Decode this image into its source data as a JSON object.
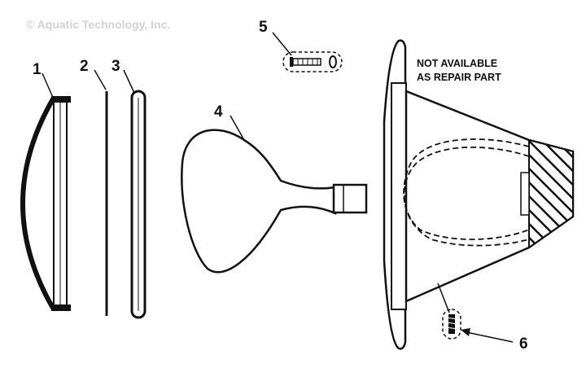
{
  "copyright": "© Aquatic Technology, Inc.",
  "note": {
    "line1": "NOT AVAILABLE",
    "line2": "AS REPAIR PART"
  },
  "callouts": [
    {
      "id": "lens",
      "label": "1"
    },
    {
      "id": "gasket",
      "label": "2"
    },
    {
      "id": "lens-ring",
      "label": "3"
    },
    {
      "id": "bulb",
      "label": "4"
    },
    {
      "id": "pilot-screw",
      "label": "5"
    },
    {
      "id": "clamp-screw",
      "label": "6"
    }
  ]
}
